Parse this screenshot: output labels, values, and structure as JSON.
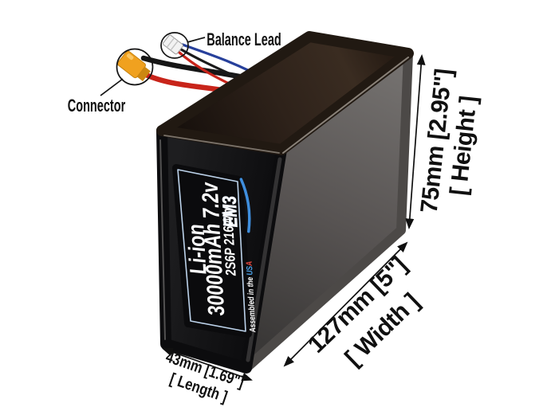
{
  "callouts": {
    "balance_lead": "Balance Lead",
    "connector": "Connector"
  },
  "dimensions": {
    "height": {
      "value": "75mm [2.95\"]",
      "label": "[ Height ]"
    },
    "width": {
      "value": "127mm [5\"]",
      "label": "[ Width ]"
    },
    "length": {
      "value": "43mm [1.69\"]",
      "label": "[ Length ]"
    }
  },
  "battery_label": {
    "chemistry": "Li-ion",
    "capacity": "30000mAh 7.2v",
    "configuration": "2S6P 216Wh",
    "brand": "EM3",
    "assembled_prefix": "Assembled in the ",
    "assembled_us": "US",
    "assembled_a": "A"
  },
  "colors": {
    "brand_blue": "#3f8edd",
    "usa_red": "#e5473e",
    "usa_blue": "#4aa0e6",
    "wire_red": "#c8241a",
    "wire_blue": "#27409b",
    "connector_orange": "#f0a11f",
    "label_border": "#bcd2ea"
  }
}
